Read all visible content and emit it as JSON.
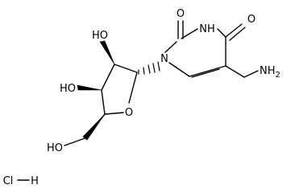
{
  "molecule": {
    "atoms": {
      "o_c2": "O",
      "nh": "NH",
      "o_c4": "O",
      "n1": "N",
      "nh2": "NH",
      "nh2_sub": "2",
      "ho_2": "HO",
      "ho_3": "HO",
      "o_ring": "O",
      "ho_5": "HO"
    },
    "salt": {
      "cl": "Cl",
      "h": "H"
    }
  },
  "colors": {
    "bond": "#000000",
    "label": "#000000",
    "background": "#ffffff"
  }
}
